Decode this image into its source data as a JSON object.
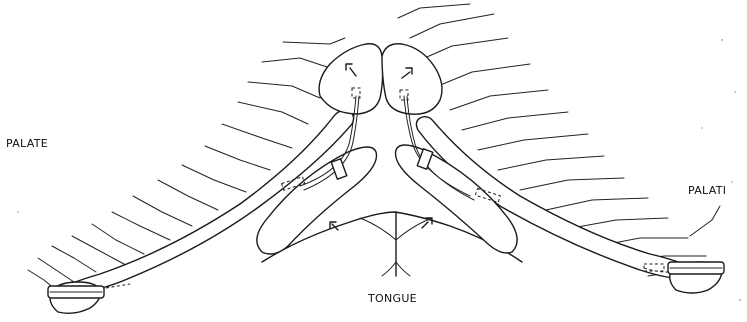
{
  "labels": {
    "palate_left": "PALATE",
    "palate_right": "PALATI",
    "tongue": "TONGUE"
  },
  "colors": {
    "ink": "#1a1a1a",
    "background": "#ffffff"
  }
}
